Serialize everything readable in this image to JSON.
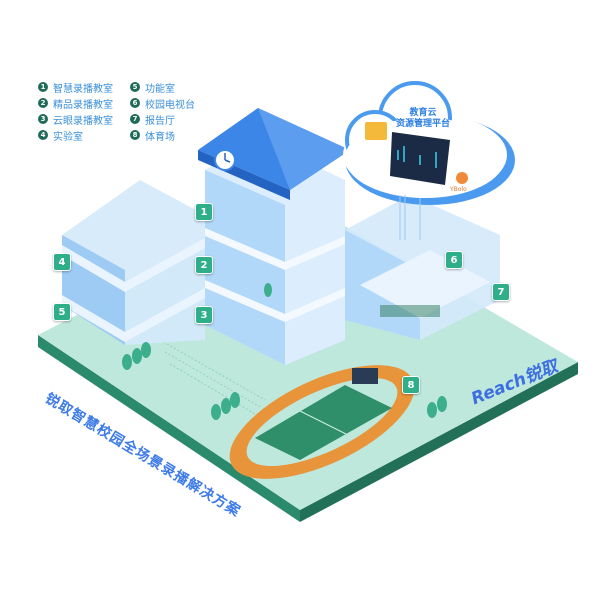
{
  "legend": [
    {
      "num": "1",
      "label": "智慧录播教室"
    },
    {
      "num": "5",
      "label": "功能室"
    },
    {
      "num": "2",
      "label": "精品录播教室"
    },
    {
      "num": "6",
      "label": "校园电视台"
    },
    {
      "num": "3",
      "label": "云眼录播教室"
    },
    {
      "num": "7",
      "label": "报告厅"
    },
    {
      "num": "4",
      "label": "实验室"
    },
    {
      "num": "8",
      "label": "体育场"
    }
  ],
  "cloud": {
    "title_line1": "教育云",
    "title_line2": "资源管理平台",
    "partner_logo": "YBolo"
  },
  "markers": [
    "1",
    "2",
    "3",
    "4",
    "5",
    "6",
    "7",
    "8"
  ],
  "slogan": "锐取智慧校园全场景录播解决方案",
  "brand_logo": "Reach锐取",
  "colors": {
    "platform": "#bfe8dc",
    "platform_edge": "#2c8a6c",
    "building": "#a9d3f7",
    "roof": "#3b86e6",
    "track": "#e8943a",
    "field": "#2f8f6a",
    "marker": "#2fae8a"
  }
}
